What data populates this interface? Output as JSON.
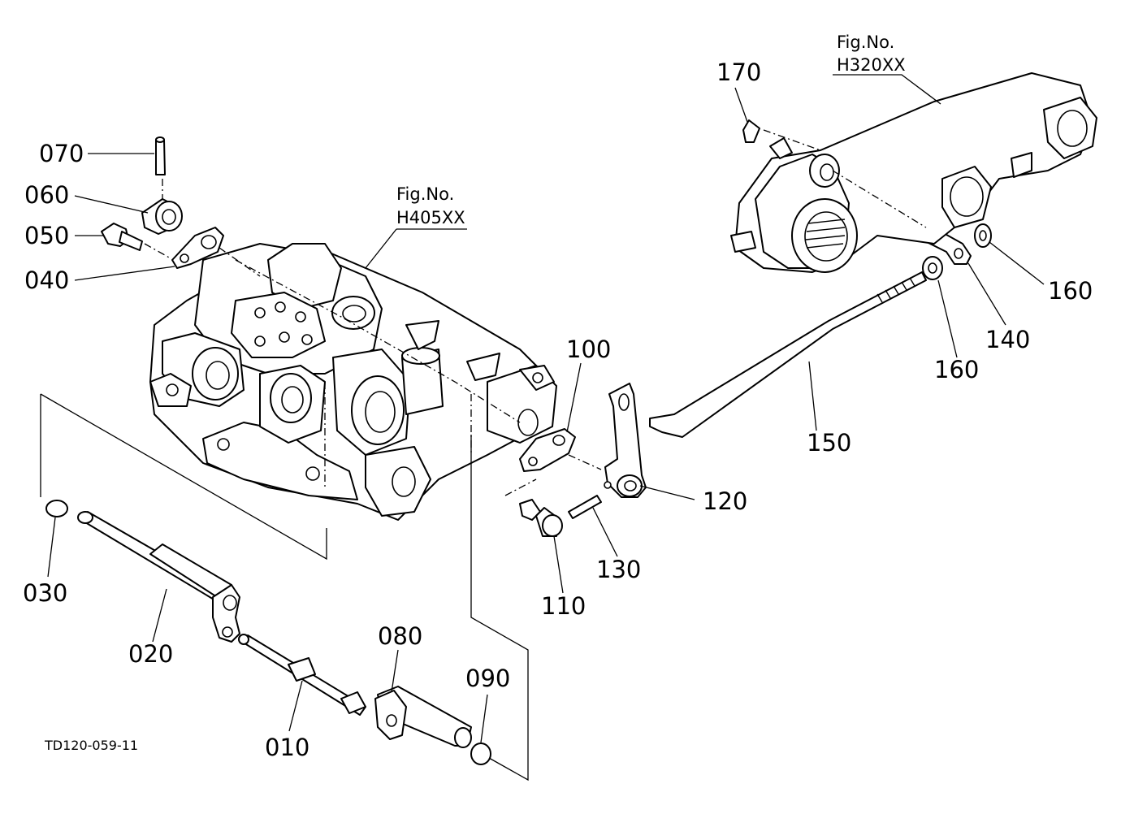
{
  "figure_refs": [
    {
      "line1": "Fig.No.",
      "line2": "H405XX"
    },
    {
      "line1": "Fig.No.",
      "line2": "H320XX"
    }
  ],
  "callouts": {
    "c010": "010",
    "c020": "020",
    "c030": "030",
    "c040": "040",
    "c050": "050",
    "c060": "060",
    "c070": "070",
    "c080": "080",
    "c090": "090",
    "c100": "100",
    "c110": "110",
    "c120": "120",
    "c130": "130",
    "c140": "140",
    "c150": "150",
    "c160a": "160",
    "c160b": "160",
    "c170": "170"
  },
  "drawing_code": "TD120-059-11",
  "colors": {
    "ink": "#000000",
    "paper": "#ffffff"
  }
}
